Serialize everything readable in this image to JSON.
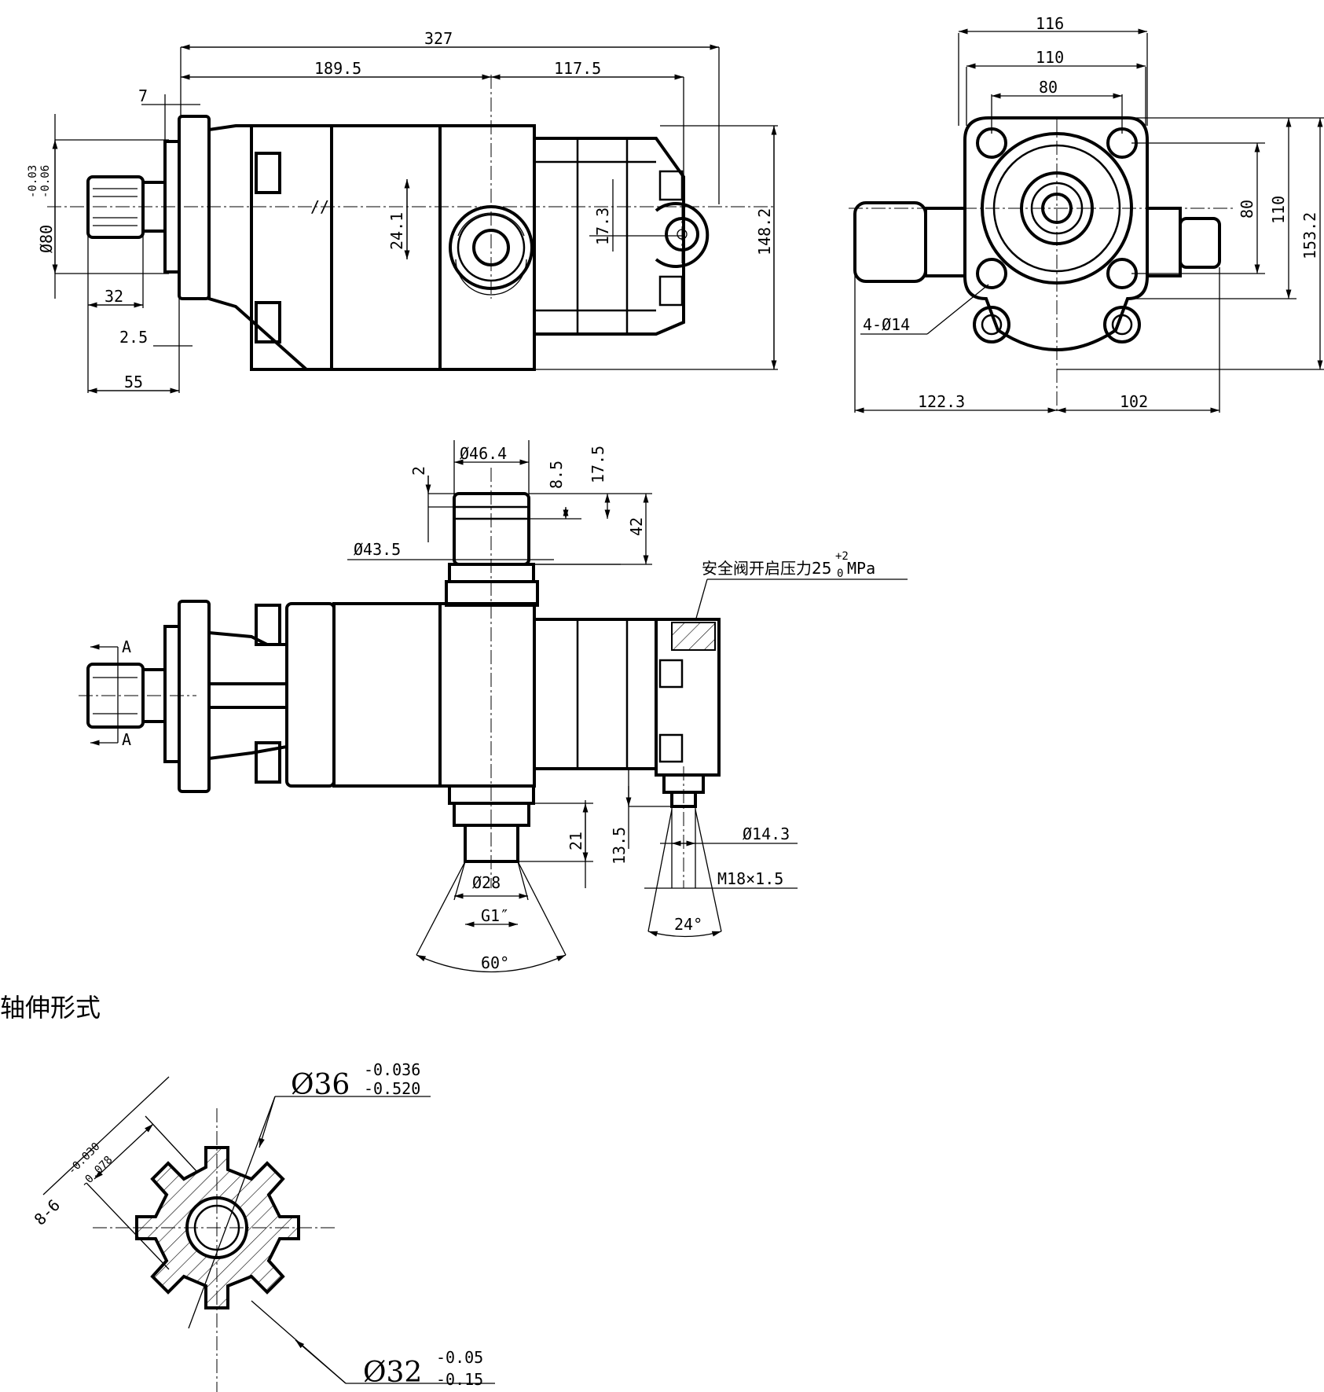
{
  "side_view": {
    "dims": {
      "overall_length": "327",
      "to_port": "189.5",
      "port_to_valve": "117.5",
      "flange_thk": "7",
      "pilot_dia": "Ø80",
      "pilot_tol_upper": "-0.03",
      "pilot_tol_lower": "-0.06",
      "shaft_len": "32",
      "pilot_len": "2.5",
      "shaft_total": "55",
      "port_offset": "24.1",
      "valve_offset": "17.3",
      "height": "148.2"
    }
  },
  "end_view": {
    "dims": {
      "w116": "116",
      "w110": "110",
      "w80": "80",
      "h80": "80",
      "h110": "110",
      "h153": "153.2",
      "bolt_holes": "4-Ø14",
      "left_ext": "122.3",
      "right_ext": "102"
    }
  },
  "top_view": {
    "dims": {
      "d46": "Ø46.4",
      "t2": "2",
      "t85": "8.5",
      "t175": "17.5",
      "h42": "42",
      "d435": "Ø43.5",
      "relief_label": "安全阀开启压力25",
      "relief_tol_upper": "+2",
      "relief_tol_lower": "0",
      "relief_unit": "MPa",
      "section_a": "A",
      "d143": "Ø14.3",
      "h21": "21",
      "h135": "13.5",
      "d28": "Ø28",
      "thread_g": "G1″",
      "angle60": "60°",
      "thread_m": "M18×1.5",
      "angle24": "24°"
    }
  },
  "shaft_section": {
    "title": "轴伸形式",
    "spline_spec": "8-6",
    "spline_tol_upper": "-0.030",
    "spline_tol_lower": "-0.078",
    "major_dia": "Ø36",
    "major_tol_upper": "-0.036",
    "major_tol_lower": "-0.520",
    "minor_dia": "Ø32",
    "minor_tol_upper": "-0.05",
    "minor_tol_lower": "-0.15"
  }
}
